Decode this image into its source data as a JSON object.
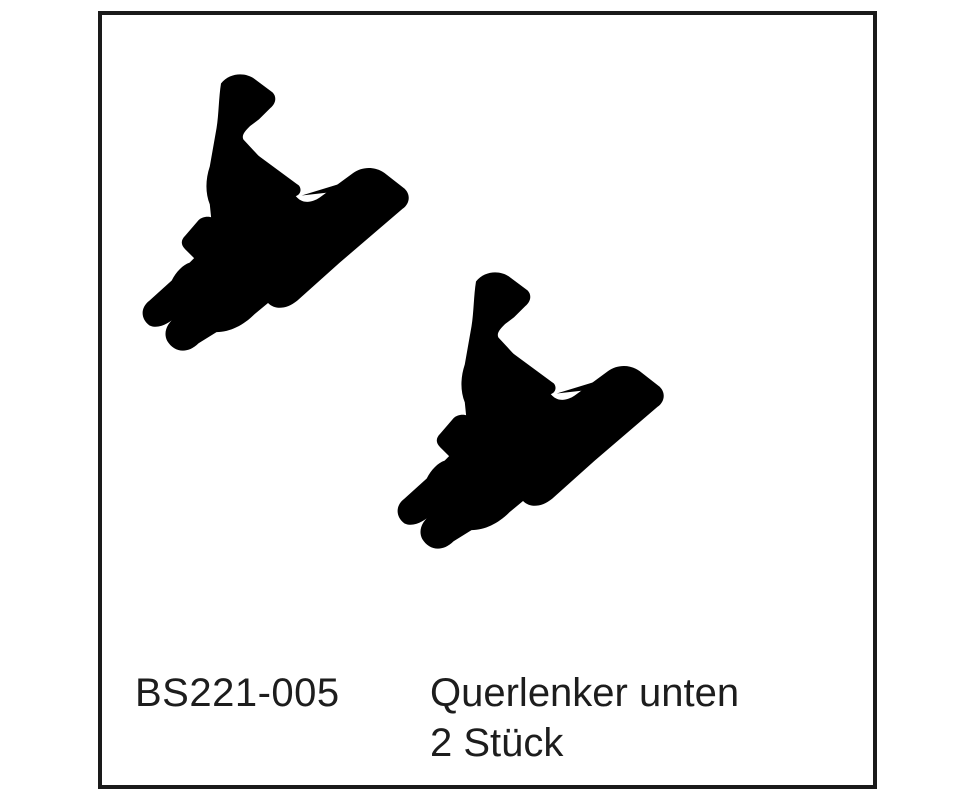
{
  "part": {
    "number": "BS221-005",
    "name": "Querlenker unten",
    "quantity": "2 Stück"
  },
  "illustration": {
    "subject": "lower-suspension-arm",
    "count": 2
  },
  "colors": {
    "line": "#1a1a1a",
    "background": "#ffffff"
  }
}
